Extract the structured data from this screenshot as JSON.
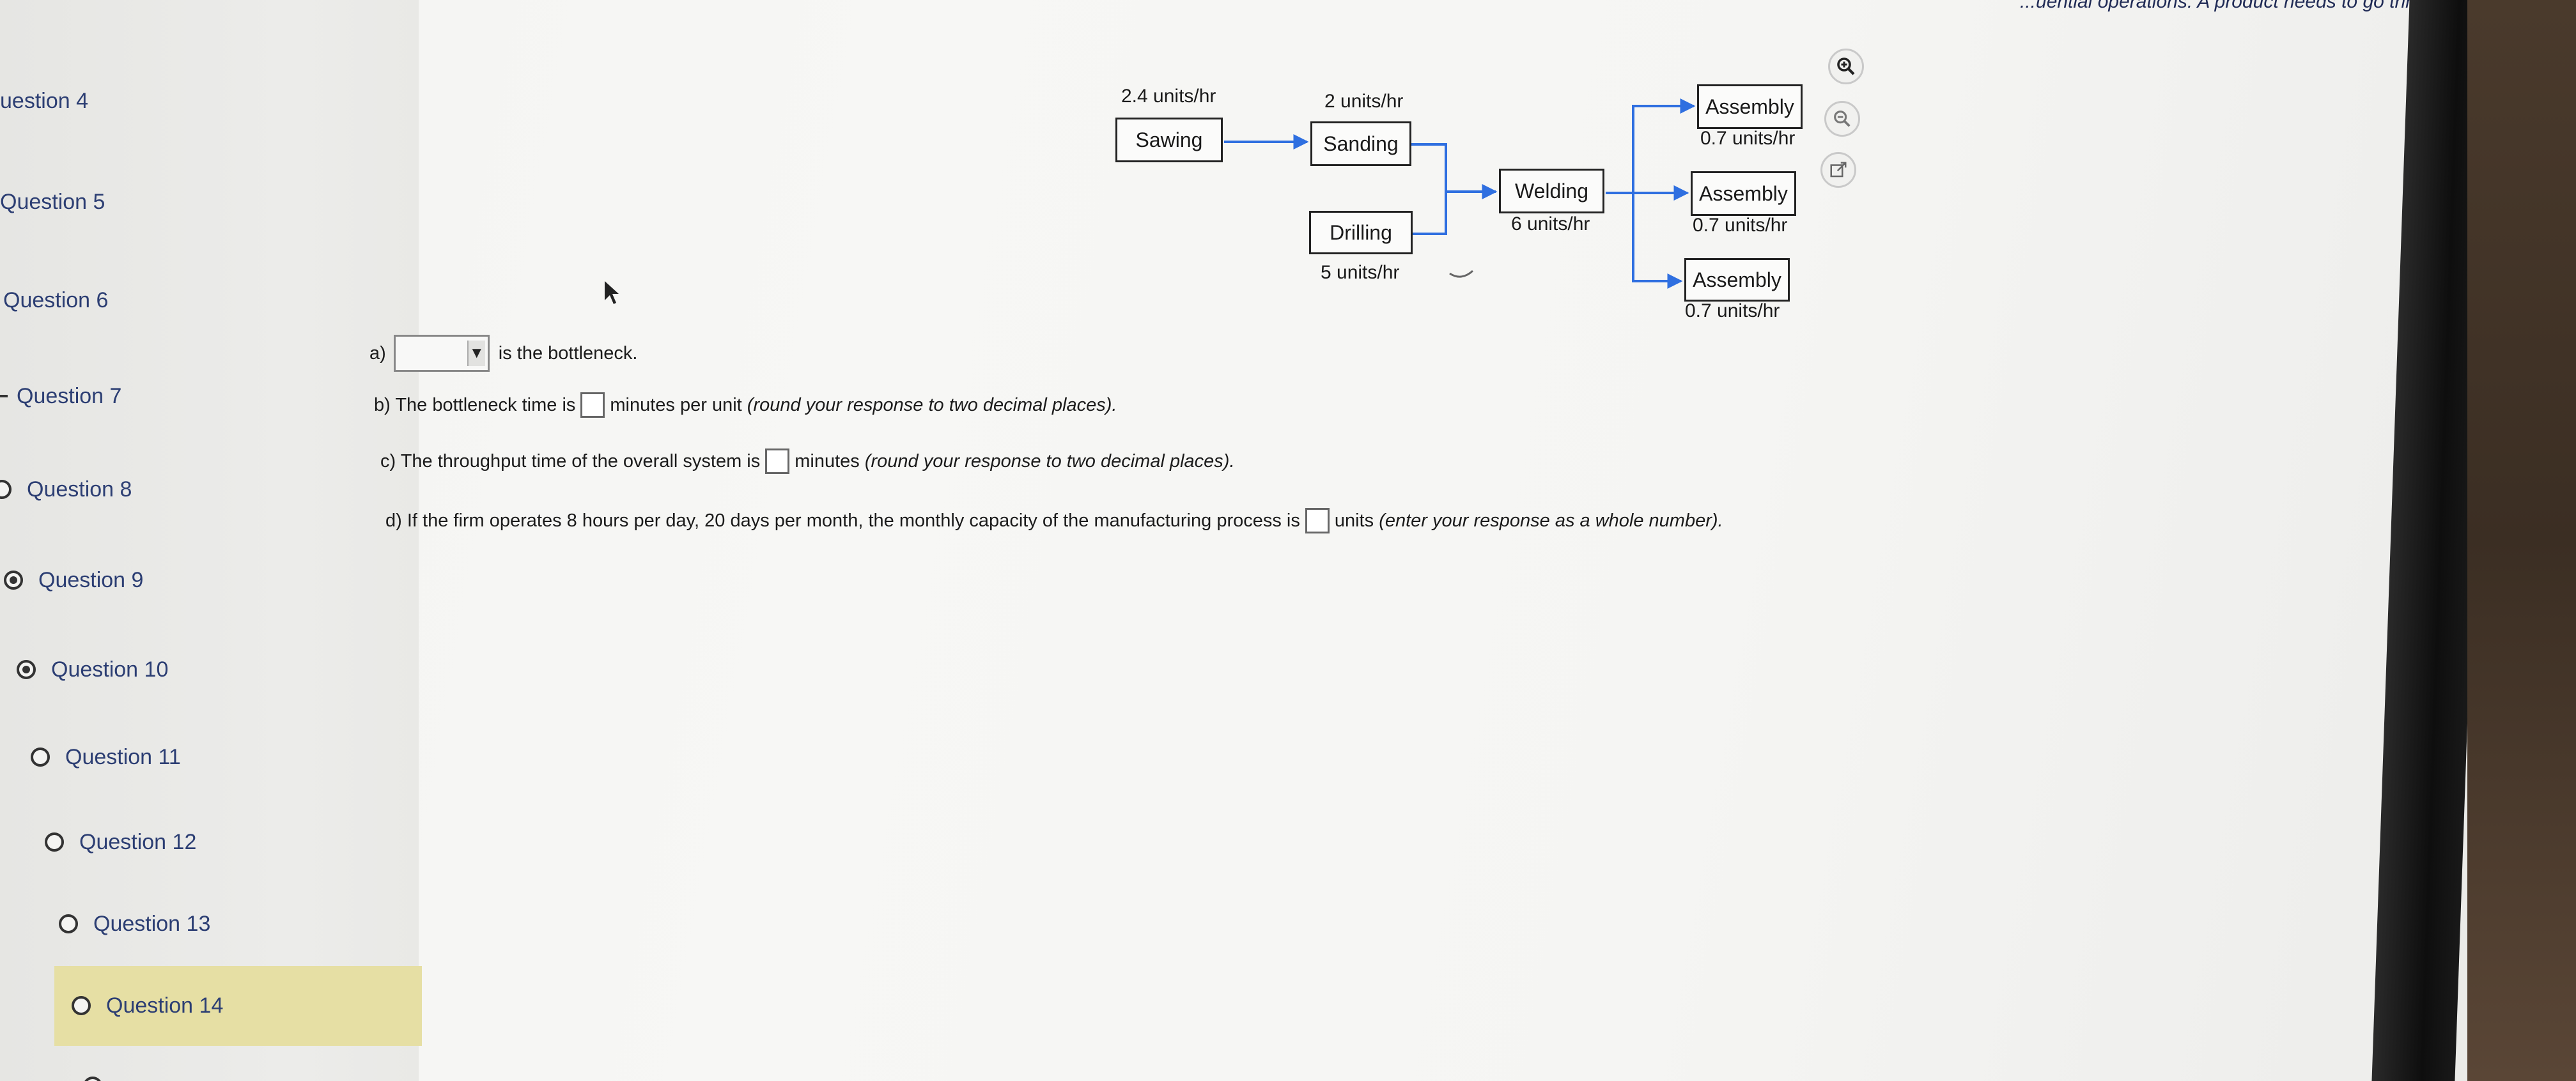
{
  "header": {
    "note": "...uential operations. A product needs to go through only"
  },
  "sidebar": {
    "items": [
      {
        "label": "uestion 4",
        "radio": "none"
      },
      {
        "label": "Question 5",
        "radio": "none"
      },
      {
        "label": "Question 6",
        "radio": "none"
      },
      {
        "label": "Question 7",
        "radio": "none"
      },
      {
        "label": "Question 8",
        "radio": "empty"
      },
      {
        "label": "Question 9",
        "radio": "filled"
      },
      {
        "label": "Question 10",
        "radio": "filled"
      },
      {
        "label": "Question 11",
        "radio": "empty"
      },
      {
        "label": "Question 12",
        "radio": "empty"
      },
      {
        "label": "Question 13",
        "radio": "empty"
      },
      {
        "label": "Question 14",
        "radio": "empty"
      }
    ],
    "current": "Question 14"
  },
  "diagram": {
    "sawing": {
      "label": "Sawing",
      "rate": "2.4 units/hr"
    },
    "sanding": {
      "label": "Sanding",
      "rate": "2 units/hr"
    },
    "drilling": {
      "label": "Drilling",
      "rate": "5 units/hr"
    },
    "welding": {
      "label": "Welding",
      "rate": "6 units/hr"
    },
    "assembly": [
      {
        "label": "Assembly",
        "rate": "0.7 units/hr"
      },
      {
        "label": "Assembly",
        "rate": "0.7 units/hr"
      },
      {
        "label": "Assembly",
        "rate": "0.7 units/hr"
      }
    ],
    "arrow_color": "#2f6fe0"
  },
  "tools": {
    "zoom_in": "zoom-in-icon",
    "zoom_out": "zoom-out-icon",
    "popout": "external-link-icon"
  },
  "questions": {
    "a": {
      "prefix": "a)",
      "text": "is the bottleneck."
    },
    "b": {
      "before": "b) The bottleneck time is",
      "after": "minutes per unit",
      "hint": "(round your response to two decimal places)."
    },
    "c": {
      "before": "c) The throughput time of the overall system is",
      "after": "minutes",
      "hint": "(round your response to two decimal places)."
    },
    "d": {
      "before": "d) If the firm operates 8 hours per day, 20 days per month, the monthly capacity of the manufacturing process is",
      "after": "units",
      "hint": "(enter your response as a whole number)."
    }
  }
}
